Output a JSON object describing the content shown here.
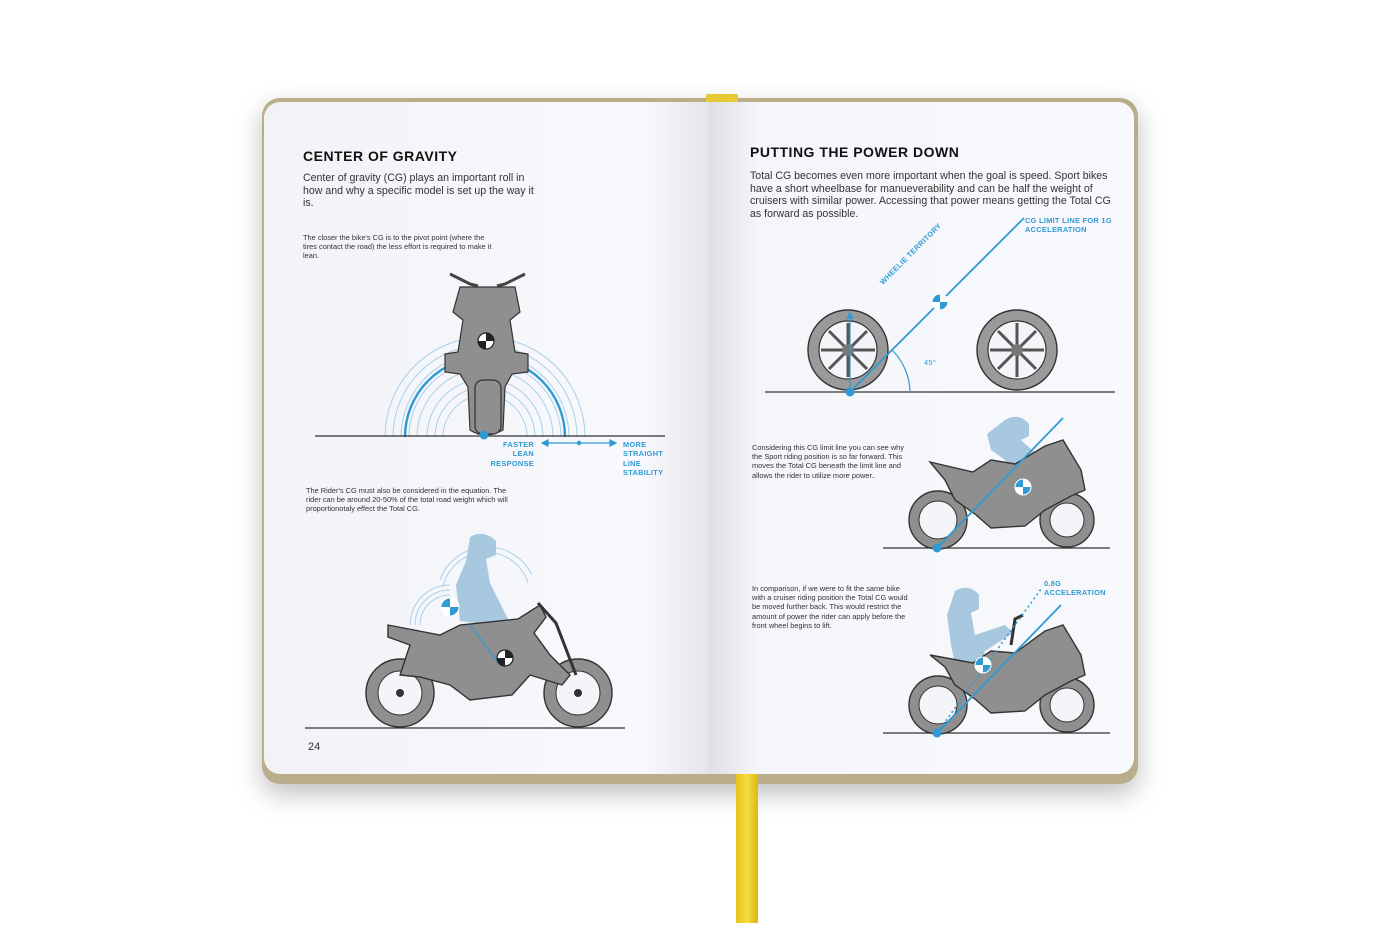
{
  "left_page": {
    "title": "CENTER OF GRAVITY",
    "intro": "Center of gravity (CG) plays an important roll in how and why a specific model is set up the way it is.",
    "pivot_note": "The closer the bike's CG is to the pivot point (where the tires contact the road) the less effort is required to make it lean.",
    "left_label": "FASTER LEAN RESPONSE",
    "right_label": "MORE STRAIGHT LINE STABILITY",
    "rider_note": "The Rider's CG must also be considered in the equation. The rider can be around 20-50% of the total road weight which will  proportionotaly effect the Total CG.",
    "page_number": "24"
  },
  "right_page": {
    "title": "PUTTING THE POWER DOWN",
    "intro": "Total CG becomes even more important when the goal is speed.  Sport bikes have a short wheelbase for manueverability and can be half the weight of cruisers with similar power. Accessing that power means getting the Total CG as forward as possible.",
    "limit_label": "CG LIMIT LINE FOR 1G ACCELERATION",
    "wheelie_label": "WHEELIE TERRITORY",
    "angle_label": "45°",
    "sport_note": "Considering this CG limit line you can see why the Sport riding position is so far forward. This moves the Total CG beneath the limit line and allows the rider to utilize more power..",
    "cruiser_note": "In comparison, if we were to fit the same bike with a cruiser riding position the Total CG would be moved further back. This would restrict the amount of power the rider can apply before the front wheel begins to lift.",
    "accel_label": "0.8G ACCELERATION"
  },
  "colors": {
    "accent": "#2f9ad3",
    "bike_gray": "#8f8f8f",
    "rider_blue": "#a8c8df",
    "ribbon": "#f2d232"
  },
  "icons": [
    "cg-marker-icon",
    "wheel-icon",
    "motorcycle-front-icon",
    "motorcycle-side-icon",
    "rider-silhouette-icon"
  ]
}
